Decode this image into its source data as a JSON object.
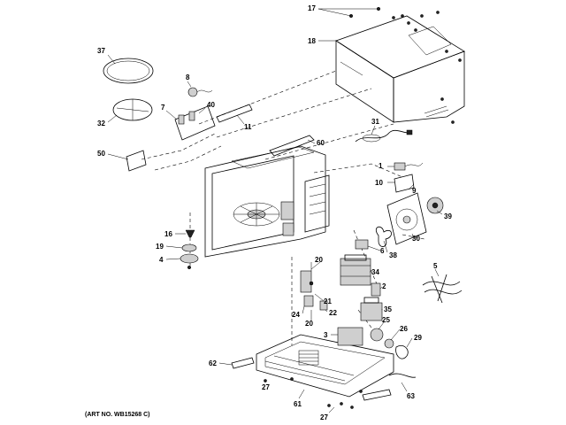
{
  "art_number": "(ART NO. WB15268 C)",
  "callouts": [
    {
      "id": "c17",
      "text": "17"
    },
    {
      "id": "c18",
      "text": "18"
    },
    {
      "id": "c37",
      "text": "37"
    },
    {
      "id": "c8",
      "text": "8"
    },
    {
      "id": "c7",
      "text": "7"
    },
    {
      "id": "c40",
      "text": "40"
    },
    {
      "id": "c32",
      "text": "32"
    },
    {
      "id": "c11",
      "text": "11"
    },
    {
      "id": "c31",
      "text": "31"
    },
    {
      "id": "c60",
      "text": "60"
    },
    {
      "id": "c50",
      "text": "50"
    },
    {
      "id": "c1",
      "text": "1"
    },
    {
      "id": "c10",
      "text": "10"
    },
    {
      "id": "c9",
      "text": "9"
    },
    {
      "id": "c39",
      "text": "39"
    },
    {
      "id": "c16",
      "text": "16"
    },
    {
      "id": "c19",
      "text": "19"
    },
    {
      "id": "c4",
      "text": "4"
    },
    {
      "id": "c30",
      "text": "30"
    },
    {
      "id": "c6",
      "text": "6"
    },
    {
      "id": "c38",
      "text": "38"
    },
    {
      "id": "c5",
      "text": "5"
    },
    {
      "id": "c20a",
      "text": "20"
    },
    {
      "id": "c34",
      "text": "34"
    },
    {
      "id": "c2",
      "text": "2"
    },
    {
      "id": "c21",
      "text": "21"
    },
    {
      "id": "c35",
      "text": "35"
    },
    {
      "id": "c24",
      "text": "24"
    },
    {
      "id": "c22",
      "text": "22"
    },
    {
      "id": "c20b",
      "text": "20"
    },
    {
      "id": "c25",
      "text": "25"
    },
    {
      "id": "c3",
      "text": "3"
    },
    {
      "id": "c26",
      "text": "26"
    },
    {
      "id": "c29",
      "text": "29"
    },
    {
      "id": "c62",
      "text": "62"
    },
    {
      "id": "c27a",
      "text": "27"
    },
    {
      "id": "c61",
      "text": "61"
    },
    {
      "id": "c63",
      "text": "63"
    },
    {
      "id": "c27b",
      "text": "27"
    }
  ]
}
